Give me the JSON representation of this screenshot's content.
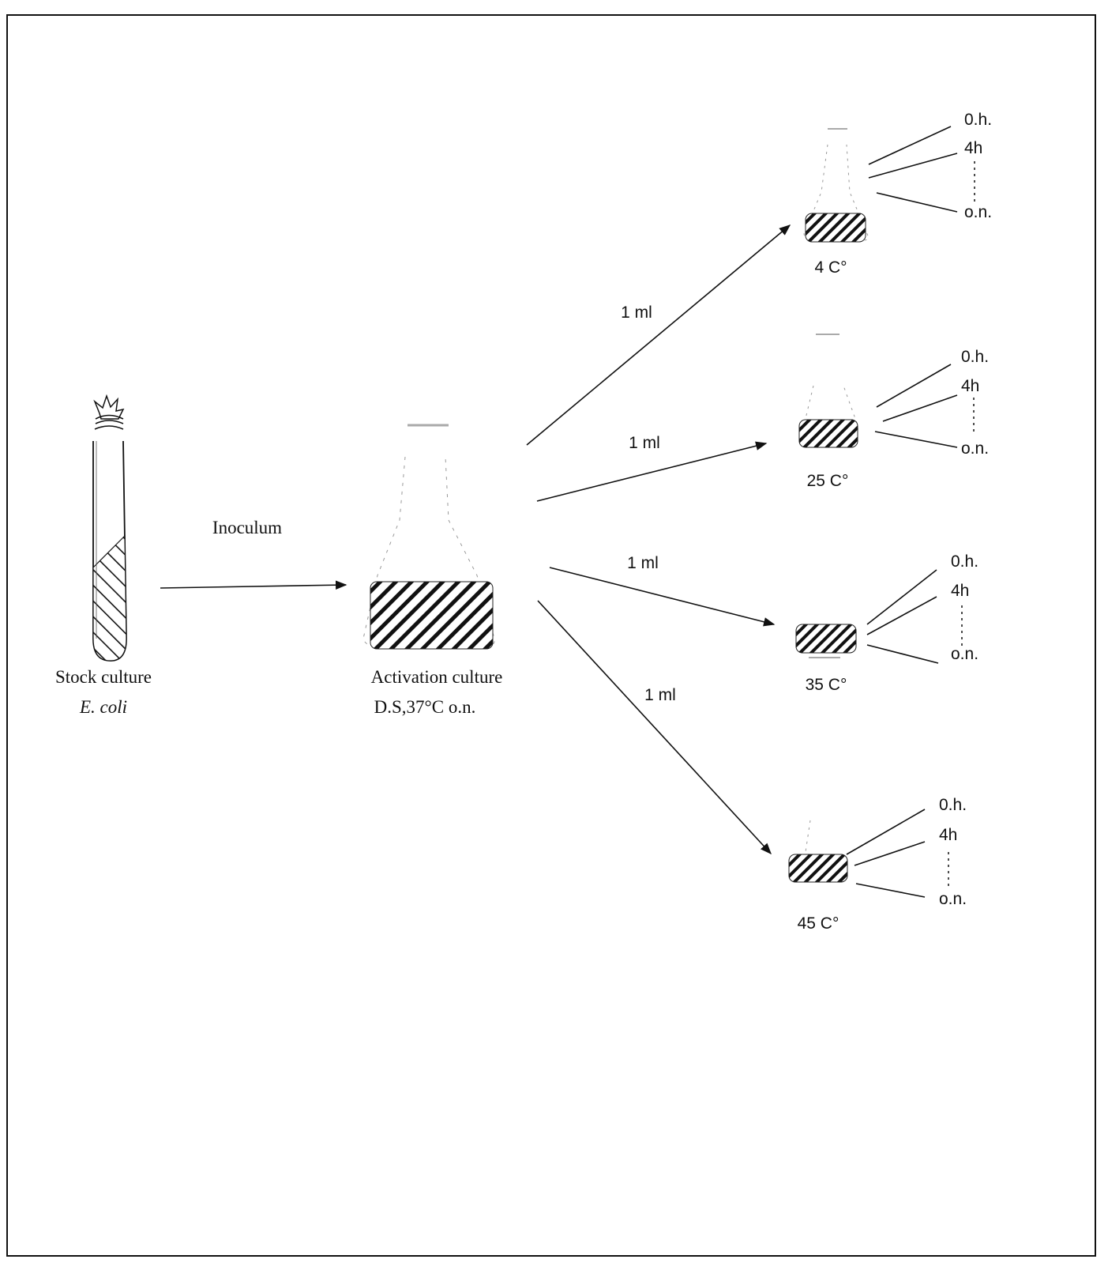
{
  "stock_culture": {
    "label_line1": "Stock culture",
    "label_line2": "E. coli"
  },
  "inoculum_label": "Inoculum",
  "activation_culture": {
    "label_line1": "Activation  culture",
    "label_line2": "D.S,37°C o.n."
  },
  "transfer_volume": "1 ml",
  "flasks": [
    {
      "temperature": "4 C°",
      "times": [
        "0.h.",
        "4h",
        "o.n."
      ]
    },
    {
      "temperature": "25 C°",
      "times": [
        "0.h.",
        "4h",
        "o.n."
      ]
    },
    {
      "temperature": "35 C°",
      "times": [
        "0.h.",
        "4h",
        "o.n."
      ]
    },
    {
      "temperature": "45 C°",
      "times": [
        "0.h.",
        "4h",
        "o.n."
      ]
    }
  ]
}
